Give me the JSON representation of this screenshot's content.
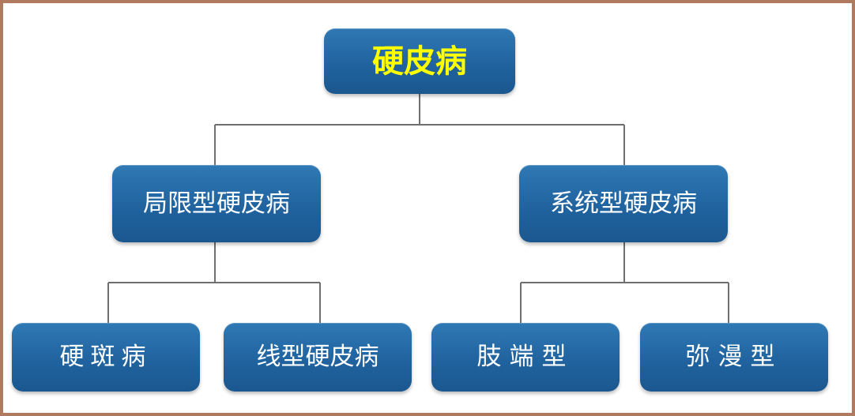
{
  "diagram": {
    "root": {
      "label": "硬皮病"
    },
    "level1": [
      {
        "label": "局限型硬皮病"
      },
      {
        "label": "系统型硬皮病"
      }
    ],
    "level2": [
      {
        "label": "硬斑病"
      },
      {
        "label": "线型硬皮病"
      },
      {
        "label": "肢端型"
      },
      {
        "label": "弥漫型"
      }
    ]
  },
  "colors": {
    "node_fill": "#20639f",
    "root_text": "#ffff00",
    "node_text": "#ffffff",
    "connector": "#6f6f6f",
    "frame_border": "#b07a5e"
  }
}
